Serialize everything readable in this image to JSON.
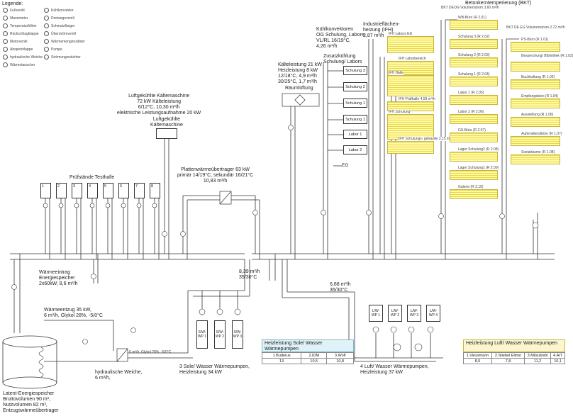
{
  "legend": {
    "title": "Legende:",
    "col1": [
      "Fußventil",
      "Manometer",
      "Temperaturfühler",
      "Rückschlagklappe",
      "Motorventil",
      "Absperrklappe",
      "hydraulische Weiche",
      "Wärmetauscher"
    ],
    "col2": [
      "Kühlkonvektor",
      "Dreiwegeventil",
      "Schmutzfänger",
      "Überströmventil",
      "Wärmemengenzähler",
      "Pumpe",
      "Strömungswächter"
    ]
  },
  "labels": {
    "kaeltemaschine_title": "Luftgekühlte Kältemaschine\n72 kW Kälteleistung\n6/12°C, 10,30 m³/h\nelektrische Leistungsaufnahme 20 kW",
    "kaeltemaschine_box": "Luftgekühlte\nKältemaschine",
    "pruefstaende": "Prüfstände Testhalle",
    "pruefstand_nums": [
      "1",
      "2",
      "3",
      "4",
      "5",
      "6",
      "7",
      "8"
    ],
    "platten_wt": "Plattenwärmeübertrager 63 kW\nprimär 14/19°C, sekundär 16/21°C\n10,83 m³/h",
    "kuehlkonvektoren": "Kühlkonvektoren\nOG Schulung, Labore,\nVL/RL 16/19°C,\n4,26 m³/h",
    "zusatzkuehlung": "Zusatzkühlung\nSchulung/ Labors",
    "raumlueftung_specs": "Kälteleistung 21 kW\nHeizleistung 8 kW\n12/18°C, 4,9 m³/h\n30/25°C, 1,7 m³/h",
    "raumlueftung": "Raumlüftung",
    "industrieflaechen": "Industrieflächen-\nheizung (IFH)\n2,87 m³/h",
    "bkt": "Betonkerntemperierung (BKT)",
    "bkt_deog": "BKT DEOG Volumenstrom\n3,60 m³/h",
    "bkt_deeg": "BKT DE EG Volumenstrom\n2,72 m³/h",
    "waermeeintrag": "Wärmeeintrag\nEnergiespeicher\n2x60kW, 8,6 m³/h",
    "waermeentzug": "Wärmeentzug 35 kW,\n6 m³/h, Glykol 28%, -5/0°C",
    "hydr_weiche": "hydraulische Weiche,\n6 m³/h,",
    "latent": "Latent-Energiespeicher\nBruttovolumen 90 m³,\nNutzvolumen 82 m³,\nEntzugswärmeübertrager",
    "sole_flow": "8,39 m³/h\n35/30°C",
    "luft_flow": "6,88 m³/h\n35/30°C",
    "sole_caption": "3 Sole/ Wasser Wärmepumpen,\nHeizleistung 34 kW",
    "luft_caption": "4 Luft/ Wasser Wärmepumpen,\nHeizleistung 37 kW",
    "wt_glykol": "6 m³/h, Glykol 28%, -5/0°C",
    "eg": "EG"
  },
  "rooms_zk": [
    "Schulung 3",
    "Schulung 2",
    "Schulung 1",
    "Schulung 1",
    "Labor 1",
    "Labor 2"
  ],
  "ifh_zones": [
    "IFH Labors EG",
    "IFH Laborbereich",
    "IFH Halle",
    "IFH Prüfhalle\n4,59 m³/h",
    "IFH Schulung",
    "IFH Schulungs-\ngebäude 3,15 m³/h"
  ],
  "bkt_og": [
    "WB-Büro (R 2.01)",
    "Schulung 3 (R 2.02)",
    "Schulung 2 (R 2.03)",
    "Schulung 1 (R 2.04)",
    "Labor 1 (R 2.05)",
    "Labor 2 (R 2.06)",
    "GS-Büro (R 2.07)",
    "Lager Schulung2 (R 2.08)",
    "Lager Schulung1 (R 2.09)",
    "Galerie (R 2.10)"
  ],
  "bkt_eg": [
    "PS-Büro (R 1.01)",
    "Besprechung/ Bibliothek (R 1.02)",
    "Buchhaltung (R 1.03)",
    "Empfangsbüro (R 1.04)",
    "Ausstellung (R 1.06)",
    "Außendienstbüro (R 1.07)",
    "Sozialräume (R 1.08)"
  ],
  "sole_wp": [
    "S/W-\nWP 1",
    "S/W-\nWP 2",
    "S/W-\nWP 3"
  ],
  "luft_wp": [
    "L/W-\nWP 1",
    "L/W-\nWP 2",
    "L/W-\nWP 3",
    "L/W-\nWP 4"
  ],
  "table_sole": {
    "title": "Heizleistung Sole/ Wasser\nWärmepumpen",
    "header": [
      "1.Buderus",
      "2.IDM",
      "3.Wolf"
    ],
    "values": [
      "13",
      "10,5",
      "10,8"
    ]
  },
  "table_luft": {
    "title": "Heizleistung Luft/ Wasser\nWärmepumpen",
    "header": [
      "1.Viessmann",
      "2.Stiebel Eltron",
      "3.Mitsubishi",
      "4.AIT"
    ],
    "values": [
      "8,5",
      "7,8",
      "11,2",
      "10,1"
    ]
  },
  "colors": {
    "line": "#333333",
    "coil_fill": "#fffaa6",
    "coil_stroke": "#c9b63a",
    "sole_head": "#dff2f7",
    "luft_head": "#fbf6cf"
  }
}
